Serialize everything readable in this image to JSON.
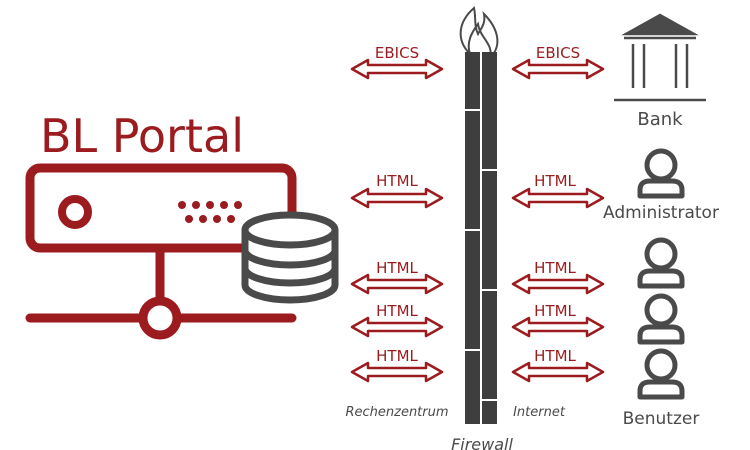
{
  "title": "BL Portal",
  "colors": {
    "accent": "#9b1b1f",
    "dark": "#4a4a4a",
    "firewall": "#3e3e3e"
  },
  "arrows_left": [
    "EBICS",
    "HTML",
    "HTML",
    "HTML",
    "HTML"
  ],
  "arrows_right": [
    "EBICS",
    "HTML",
    "HTML",
    "HTML",
    "HTML"
  ],
  "labels": {
    "rechenzentrum": "Rechenzentrum",
    "internet": "Internet",
    "firewall": "Firewall",
    "bank": "Bank",
    "administrator": "Administrator",
    "benutzer": "Benutzer"
  }
}
